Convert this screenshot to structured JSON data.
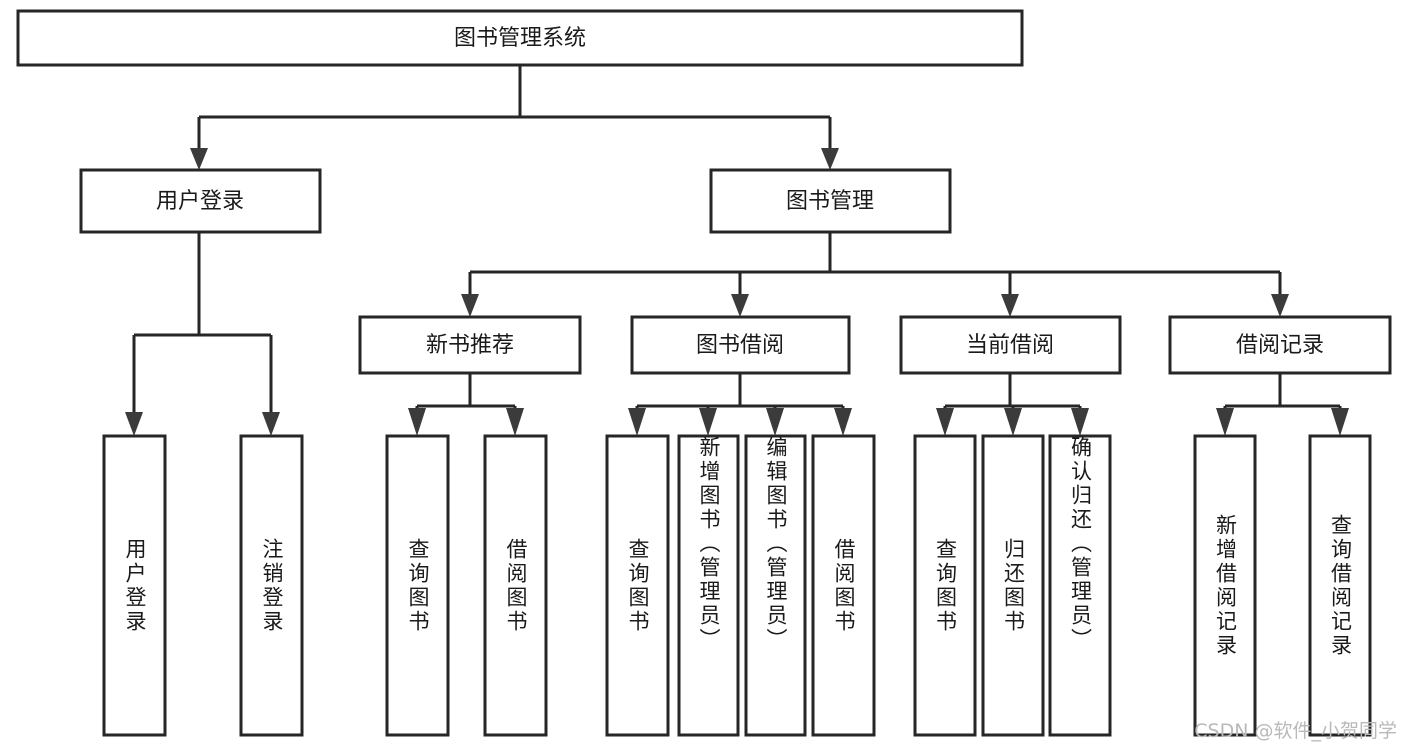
{
  "diagram": {
    "type": "tree-hierarchy",
    "title": "图书管理系统",
    "watermark": "CSDN @软件_小贺同学",
    "colors": {
      "node_fill": "#ffffff",
      "node_stroke": "#262626",
      "edge": "#262626",
      "text": "#1a1a1a",
      "watermark": "#b9b9b9",
      "background": "#ffffff"
    },
    "levels": {
      "root": {
        "label": "图书管理系统"
      },
      "level2": [
        {
          "id": "user-login",
          "label": "用户登录"
        },
        {
          "id": "book-management",
          "label": "图书管理"
        }
      ],
      "level3": [
        {
          "id": "new-book-recommend",
          "label": "新书推荐"
        },
        {
          "id": "book-borrow",
          "label": "图书借阅"
        },
        {
          "id": "current-borrow",
          "label": "当前借阅"
        },
        {
          "id": "borrow-record",
          "label": "借阅记录"
        }
      ]
    },
    "leaves": {
      "user_login": [
        {
          "id": "leaf-user-login",
          "label": "用户登录"
        },
        {
          "id": "leaf-logout",
          "label": "注销登录"
        }
      ],
      "new_book_recommend": [
        {
          "id": "leaf-query-book-1",
          "label": "查询图书"
        },
        {
          "id": "leaf-borrow-book-1",
          "label": "借阅图书"
        }
      ],
      "book_borrow": [
        {
          "id": "leaf-query-book-2",
          "label": "查询图书"
        },
        {
          "id": "leaf-add-book",
          "label": "新增图书（管理员）"
        },
        {
          "id": "leaf-edit-book",
          "label": "编辑图书（管理员）"
        },
        {
          "id": "leaf-borrow-book-2",
          "label": "借阅图书"
        }
      ],
      "current_borrow": [
        {
          "id": "leaf-query-book-3",
          "label": "查询图书"
        },
        {
          "id": "leaf-return-book",
          "label": "归还图书"
        },
        {
          "id": "leaf-confirm-return",
          "label": "确认归还（管理员）"
        }
      ],
      "borrow_record": [
        {
          "id": "leaf-add-record",
          "label": "新增借阅记录"
        },
        {
          "id": "leaf-query-record",
          "label": "查询借阅记录"
        }
      ]
    }
  }
}
